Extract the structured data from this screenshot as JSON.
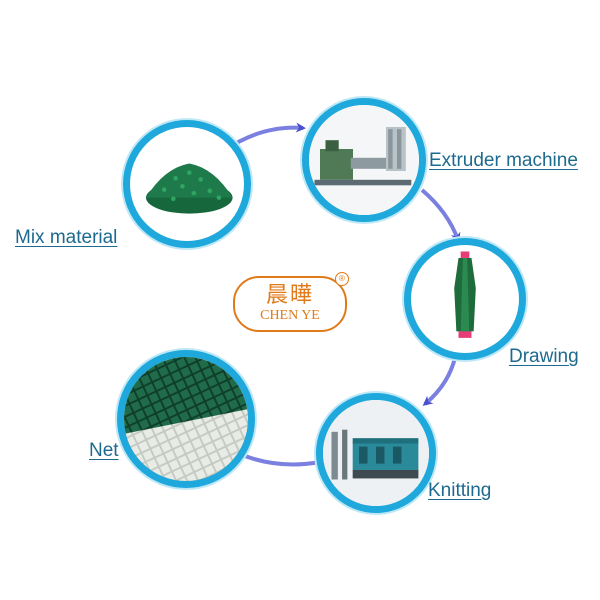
{
  "diagram": {
    "steps": [
      {
        "id": "mix",
        "label": "Mix material",
        "icon": "green-granules-icon"
      },
      {
        "id": "extruder",
        "label": "Extruder machine",
        "icon": "extruder-machine-icon"
      },
      {
        "id": "drawing",
        "label": "Drawing",
        "icon": "yarn-bobbin-icon"
      },
      {
        "id": "knitting",
        "label": "Knitting",
        "icon": "knitting-machine-icon"
      },
      {
        "id": "net",
        "label": "Net",
        "icon": "shade-net-icon"
      }
    ],
    "logo": {
      "chinese": "晨曄",
      "english": "CHEN YE",
      "registered": "®"
    },
    "colors": {
      "ring": "#1fa8dc",
      "arrow": "#5b5bd6",
      "label": "#1d6a8f",
      "logo": "#e07a1a",
      "material": "#1e7a4a"
    }
  }
}
